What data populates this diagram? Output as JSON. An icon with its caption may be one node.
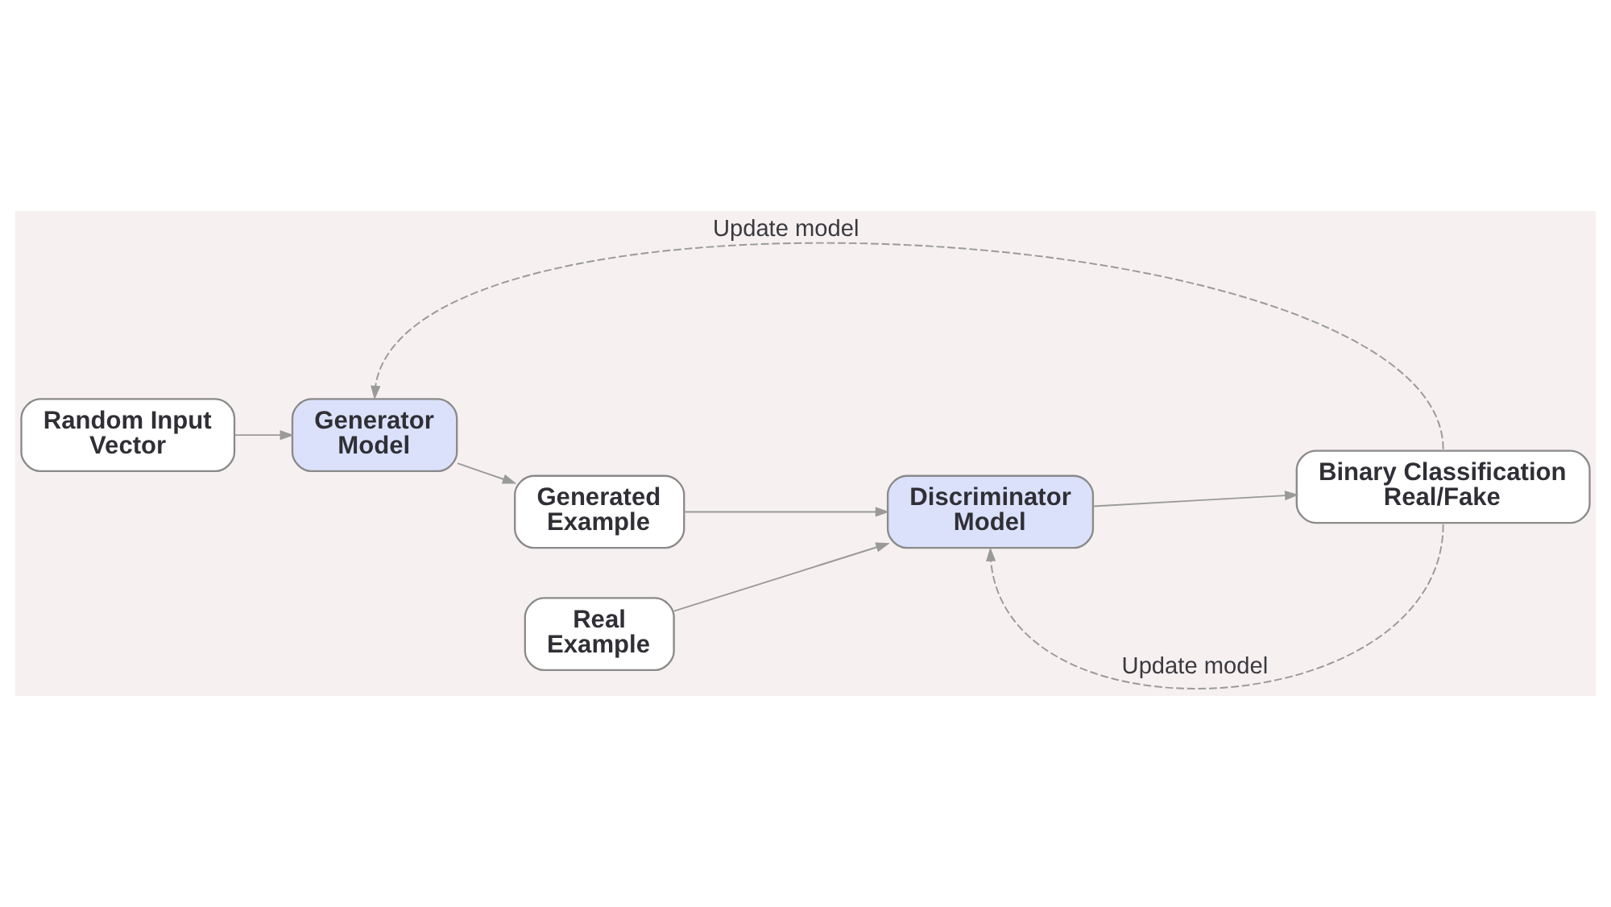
{
  "diagram": {
    "nodes": [
      {
        "text": [
          "Random Input Vector"
        ]
      },
      {
        "text": [
          "Generator Model"
        ]
      },
      {
        "text": [
          "Generated Example"
        ]
      },
      {
        "text": [
          "Real Example"
        ]
      },
      {
        "text": [
          "Discriminator Model"
        ]
      },
      {
        "text": [
          "Binary Classification Real/Fake"
        ]
      }
    ],
    "edges": [
      {
        "from": 0,
        "to": 1,
        "arrow": "to"
      },
      {
        "from": 1,
        "to": 2,
        "arrow": "to"
      },
      {
        "from": 2,
        "to": 4,
        "arrow": "to"
      },
      {
        "from": 3,
        "to": 4,
        "arrow": "to"
      },
      {
        "from": 4,
        "to": 5,
        "arrow": "to"
      },
      {
        "from": 5,
        "to": 1,
        "arrow": "to",
        "label": "Update model",
        "style": "dashed"
      },
      {
        "from": 5,
        "to": 4,
        "arrow": "to",
        "label": "Update model",
        "style": "dashed"
      }
    ]
  }
}
